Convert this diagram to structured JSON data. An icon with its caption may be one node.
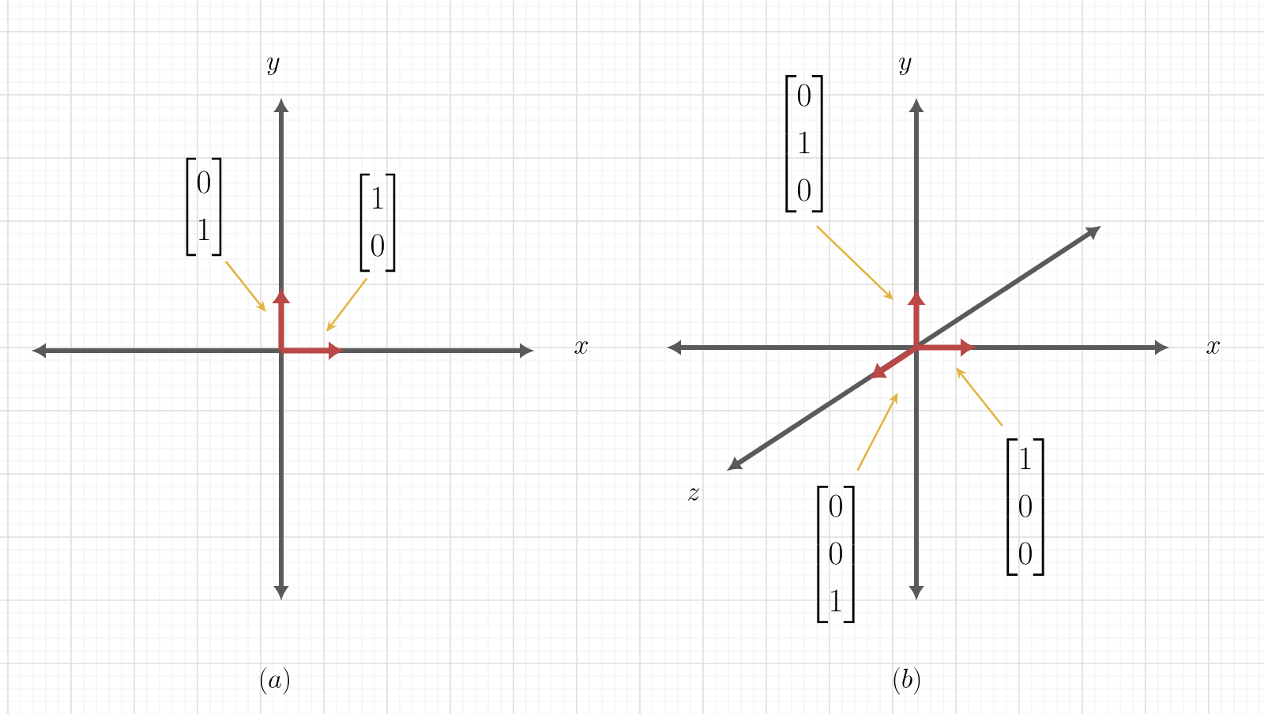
{
  "diagram": {
    "nodes": [
      {
        "text": [
          "\\begin{bmatrix}0\\\\1\\end{bmatrix}"
        ]
      },
      {
        "text": [
          "\\begin{bmatrix}1\\\\0\\end{bmatrix}"
        ]
      },
      {
        "text": [],
        "shape": "arrow"
      },
      {
        "text": [],
        "shape": "arrow"
      },
      {
        "text": [
          "\\begin{bmatrix}0\\\\1\\\\0\\end{bmatrix}"
        ]
      },
      {
        "text": [],
        "shape": "arrow"
      },
      {
        "text": [],
        "shape": "arrow"
      },
      {
        "text": [],
        "shape": "arrow"
      },
      {
        "text": [
          "\\begin{bmatrix}1\\\\0\\\\0\\end{bmatrix}"
        ]
      },
      {
        "text": [
          "\\begin{bmatrix}0\\\\0\\\\1\\end{bmatrix}"
        ]
      }
    ],
    "edges": [
      {
        "from": 0,
        "to": 2,
        "arrow": "to"
      },
      {
        "from": 1,
        "to": 3,
        "arrow": "to"
      },
      {
        "from": 4,
        "to": 5,
        "arrow": "to"
      },
      {
        "from": 8,
        "to": 6,
        "arrow": "to"
      },
      {
        "from": 9,
        "to": 7,
        "arrow": "to"
      }
    ],
    "labels": [
      "y",
      "x",
      "(a)",
      "y",
      "x",
      "z",
      "(b)"
    ]
  }
}
